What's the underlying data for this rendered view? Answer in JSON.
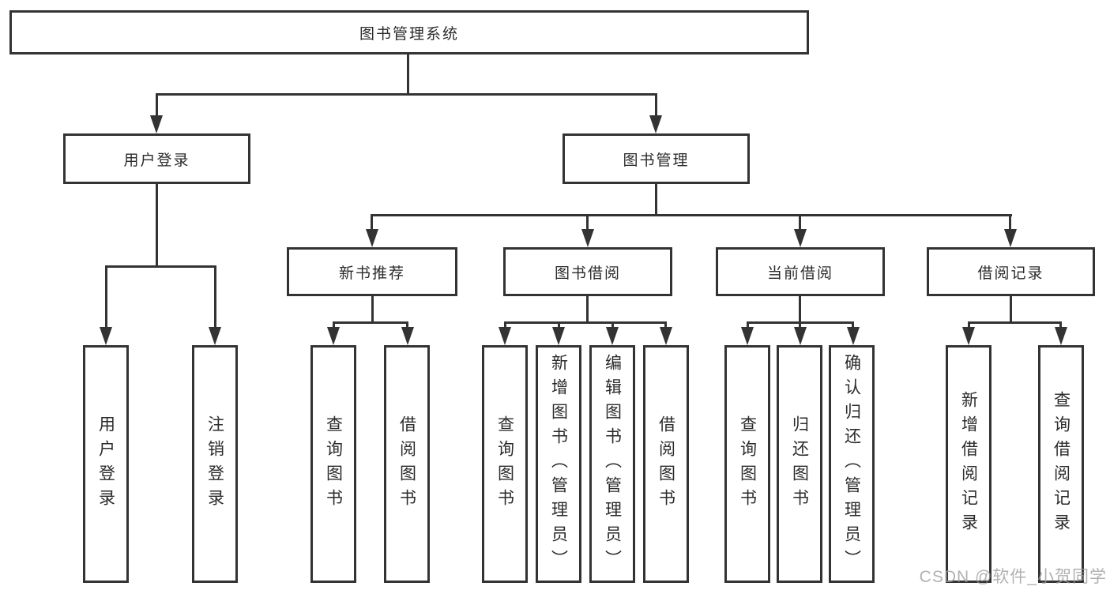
{
  "tree": {
    "root": "图书管理系统",
    "user_login": {
      "label": "用户登录",
      "children": [
        "用户登录",
        "注销登录"
      ]
    },
    "book_management": {
      "label": "图书管理",
      "children": {
        "new_book": {
          "label": "新书推荐",
          "children": [
            "查询图书",
            "借阅图书"
          ]
        },
        "borrow": {
          "label": "图书借阅",
          "children": [
            "查询图书",
            "新增图书（管理员）",
            "编辑图书（管理员）",
            "借阅图书"
          ]
        },
        "current": {
          "label": "当前借阅",
          "children": [
            "查询图书",
            "归还图书",
            "确认归还（管理员）"
          ]
        },
        "records": {
          "label": "借阅记录",
          "children": [
            "新增借阅记录",
            "查询借阅记录"
          ]
        }
      }
    }
  },
  "watermark": "CSDN @软件_小贺同学",
  "colors": {
    "line": "#333333",
    "box_border": "#333333",
    "background": "#ffffff",
    "watermark": "#9e9e9e"
  }
}
